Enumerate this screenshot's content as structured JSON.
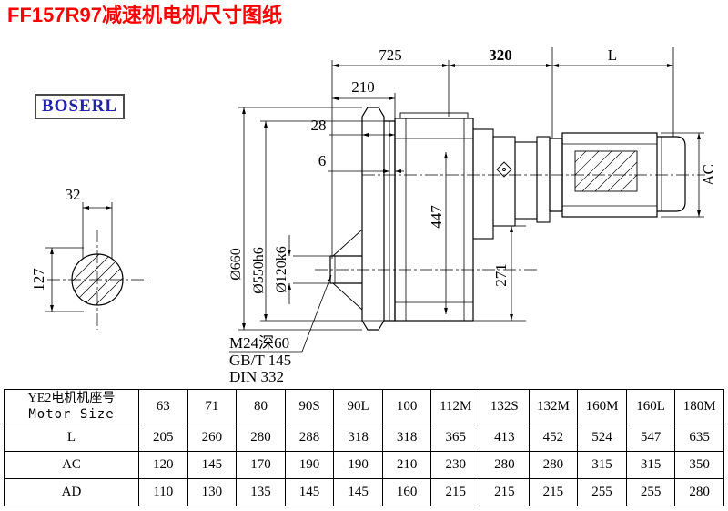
{
  "page": {
    "title": "FF157R97减速机电机尺寸图纸",
    "logo": "BOSERL"
  },
  "drawing": {
    "dim_725": "725",
    "dim_320": "320",
    "dim_L": "L",
    "dim_210": "210",
    "dim_28": "28",
    "dim_6": "6",
    "dim_AC": "AC",
    "dim_447": "447",
    "dim_271": "271",
    "dia_660": "Ø660",
    "dia_550": "Ø550h6",
    "dia_120": "Ø120k6",
    "dim_32": "32",
    "dim_127": "127",
    "note_thread": "M24深60",
    "note_gb": "GB/T 145",
    "note_din": "DIN 332"
  },
  "table": {
    "header": {
      "line1": "YE2电机机座号",
      "line2": "Motor Size"
    },
    "columns": [
      "63",
      "71",
      "80",
      "90S",
      "90L",
      "100",
      "112M",
      "132S",
      "132M",
      "160M",
      "160L",
      "180M"
    ],
    "rows": [
      {
        "label": "L",
        "values": [
          "205",
          "260",
          "280",
          "288",
          "318",
          "318",
          "365",
          "413",
          "452",
          "524",
          "547",
          "635"
        ]
      },
      {
        "label": "AC",
        "values": [
          "120",
          "145",
          "170",
          "190",
          "190",
          "210",
          "230",
          "280",
          "280",
          "315",
          "315",
          "350"
        ]
      },
      {
        "label": "AD",
        "values": [
          "110",
          "130",
          "135",
          "145",
          "145",
          "160",
          "215",
          "215",
          "215",
          "255",
          "255",
          "280"
        ]
      }
    ]
  }
}
